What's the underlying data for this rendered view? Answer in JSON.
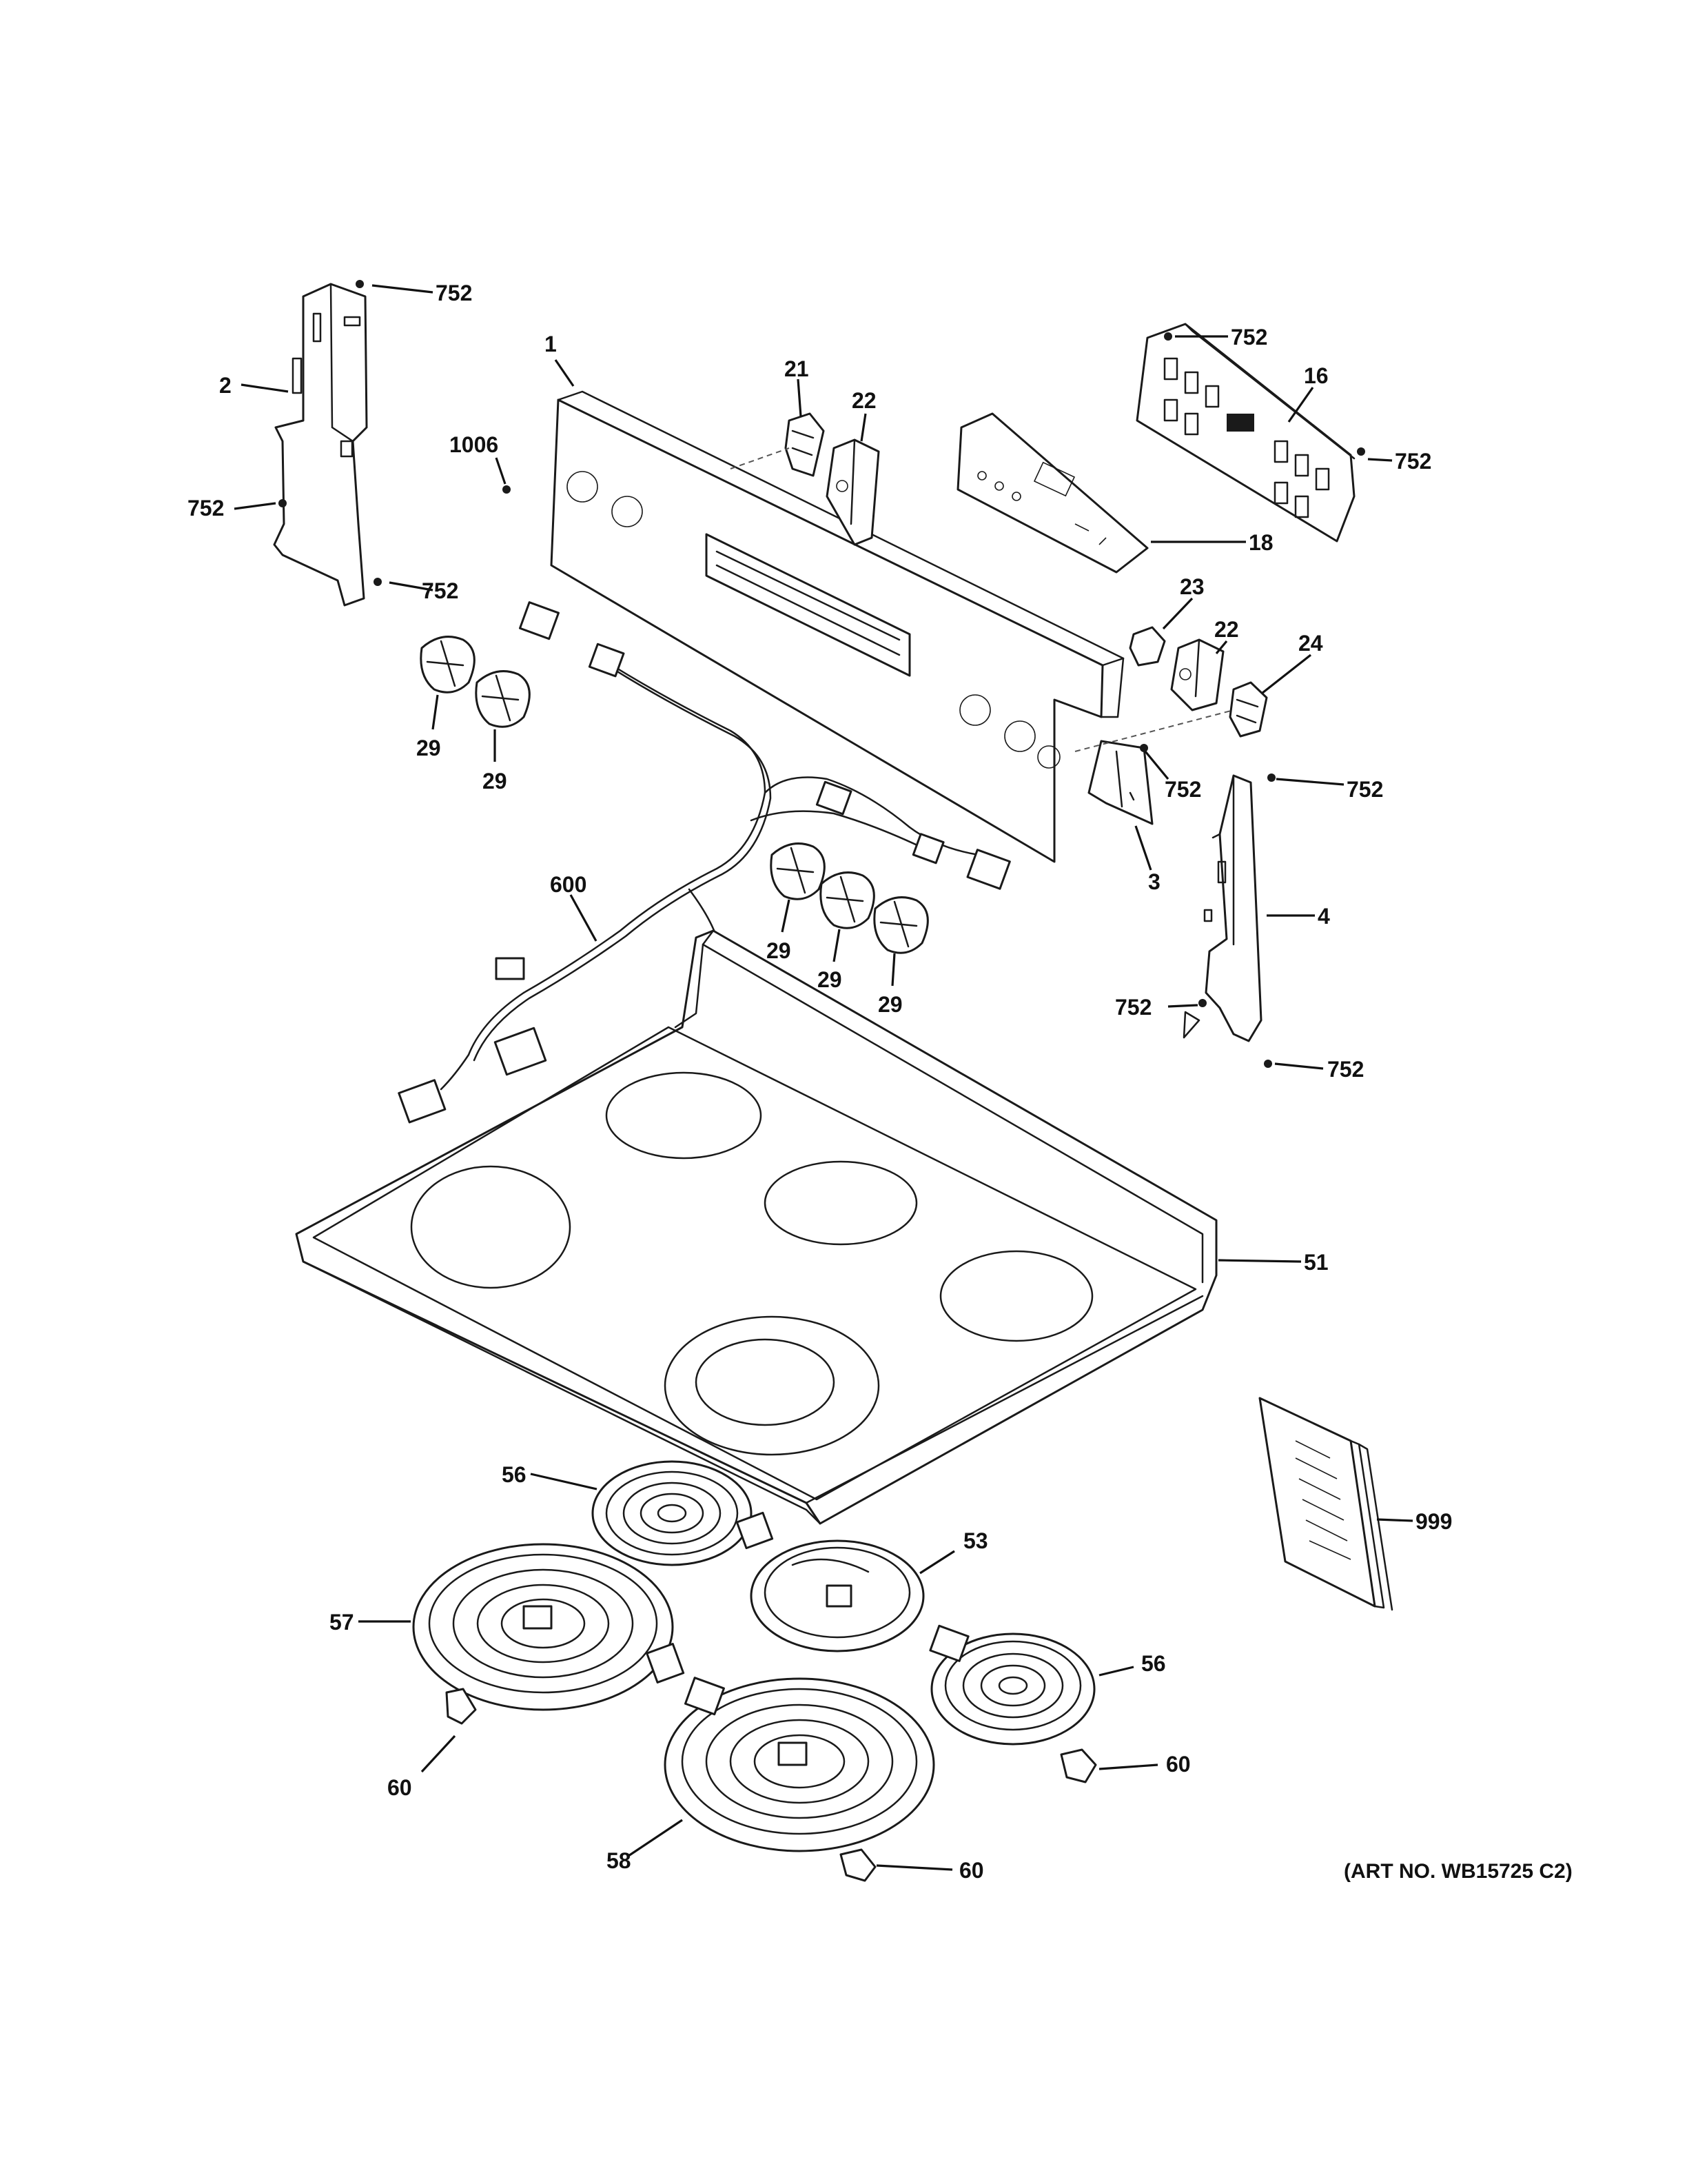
{
  "callouts": {
    "c752_a": "752",
    "c2": "2",
    "c752_b": "752",
    "c752_c": "752",
    "c1": "1",
    "c1006": "1006",
    "c21": "21",
    "c22_a": "22",
    "c752_d": "752",
    "c16": "16",
    "c752_e": "752",
    "c18": "18",
    "c23": "23",
    "c22_b": "22",
    "c24": "24",
    "c752_f": "752",
    "c752_g": "752",
    "c3": "3",
    "c4": "4",
    "c752_h": "752",
    "c752_i": "752",
    "c29_a": "29",
    "c29_b": "29",
    "c29_c": "29",
    "c29_d": "29",
    "c29_e": "29",
    "c600": "600",
    "c51": "51",
    "c999": "999",
    "c56_a": "56",
    "c53": "53",
    "c57": "57",
    "c56_b": "56",
    "c60_a": "60",
    "c60_b": "60",
    "c58": "58",
    "c60_c": "60"
  },
  "art_number": "(ART NO. WB15725 C2)"
}
